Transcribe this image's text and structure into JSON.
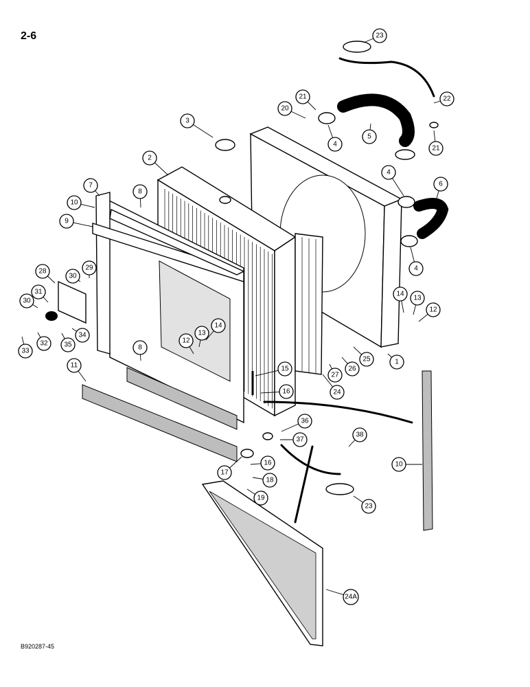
{
  "page_number": "2-6",
  "drawing_code": "B920287-45",
  "callouts": {
    "c23a": "23",
    "c22": "22",
    "c21a": "21",
    "c20": "20",
    "c3": "3",
    "c5": "5",
    "c4a": "4",
    "c21b": "21",
    "c2": "2",
    "c4b": "4",
    "c6": "6",
    "c7": "7",
    "c8a": "8",
    "c10a": "10",
    "c9": "9",
    "c4c": "4",
    "c28": "28",
    "c29": "29",
    "c30a": "30",
    "c31": "31",
    "c30b": "30",
    "c14a": "14",
    "c13a": "13",
    "c12a": "12",
    "c14b": "14",
    "c13b": "13",
    "c12b": "12",
    "c33": "33",
    "c32": "32",
    "c35": "35",
    "c34": "34",
    "c8b": "8",
    "c1": "1",
    "c25": "25",
    "c26": "26",
    "c27": "27",
    "c11": "11",
    "c15": "15",
    "c16a": "16",
    "c24": "24",
    "c36": "36",
    "c37": "37",
    "c38": "38",
    "c10b": "10",
    "c17": "17",
    "c16b": "16",
    "c18": "18",
    "c19": "19",
    "c23b": "23",
    "c24A": "24A"
  }
}
